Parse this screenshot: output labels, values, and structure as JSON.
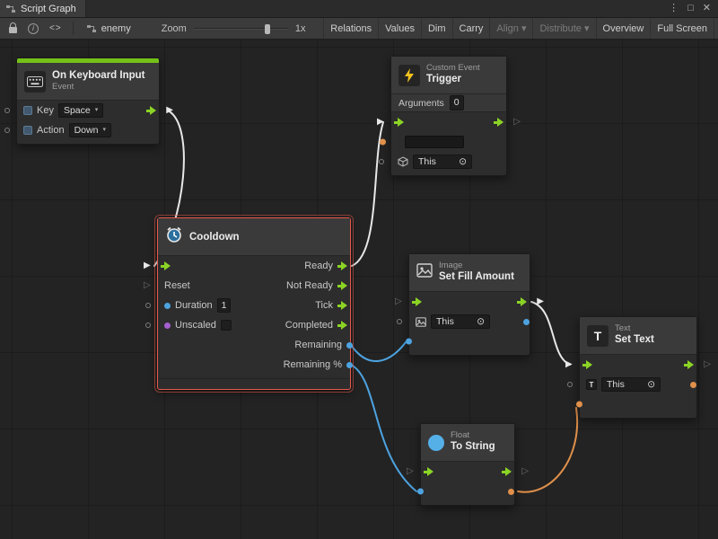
{
  "window": {
    "tab_title": "Script Graph",
    "controls": {
      "menu": "⋮",
      "maximize": "□",
      "close": "✕"
    }
  },
  "toolbar": {
    "info_glyph": "i",
    "code_glyph": "<>",
    "graph_name": "enemy",
    "zoom_label": "Zoom",
    "zoom_value": "1x",
    "buttons": [
      "Relations",
      "Values",
      "Dim",
      "Carry",
      "Align ▾",
      "Distribute ▾",
      "Overview",
      "Full Screen"
    ]
  },
  "glyphs": {
    "caret": "▾",
    "target_picker": "⊙",
    "flow_connected": "▶",
    "flow_unconnected": "▷",
    "text_icon": "T"
  },
  "colors": {
    "flow_green": "#8bd425",
    "data_blue": "#4da3e0",
    "data_orange": "#e0904a",
    "data_purple": "#a55fd0",
    "wire_white": "#e8e8e8",
    "selection_red": "#e8594b",
    "event_accent_green": "#74c218",
    "bolt_yellow": "#f2c21d"
  },
  "nodes": {
    "keyboard_input": {
      "title": "On Keyboard Input",
      "subtitle": "Event",
      "key_label": "Key",
      "key_value": "Space",
      "action_label": "Action",
      "action_value": "Down"
    },
    "custom_event": {
      "type": "Custom Event",
      "title": "Trigger",
      "arguments_label": "Arguments",
      "arguments_value": "0",
      "target": "This"
    },
    "cooldown": {
      "title": "Cooldown",
      "reset_label": "Reset",
      "duration_label": "Duration",
      "duration_value": "1",
      "unscaled_label": "Unscaled",
      "outputs": [
        "Ready",
        "Not Ready",
        "Tick",
        "Completed",
        "Remaining",
        "Remaining %"
      ]
    },
    "set_fill_amount": {
      "type": "Image",
      "title": "Set Fill Amount",
      "target": "This"
    },
    "set_text": {
      "type": "Text",
      "title": "Set Text",
      "target": "This"
    },
    "to_string": {
      "type": "Float",
      "title": "To String"
    }
  }
}
